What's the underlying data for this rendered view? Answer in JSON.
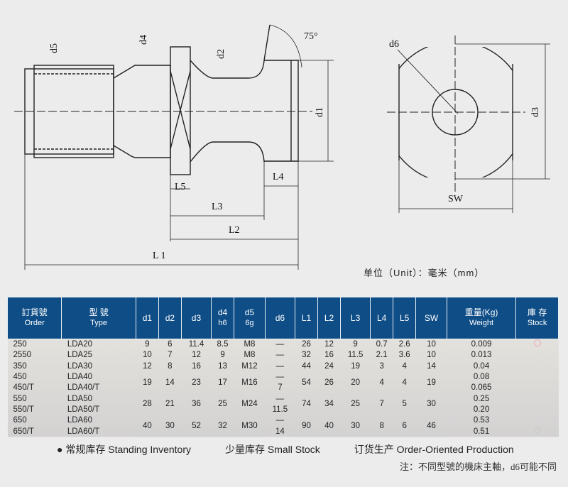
{
  "drawing": {
    "labels": {
      "d5": "d5",
      "d4": "d4",
      "d2": "d2",
      "angle": "75°",
      "d1": "d1",
      "L5": "L5",
      "L4": "L4",
      "L3": "L3",
      "L2": "L2",
      "L1": "L 1",
      "d6": "d6",
      "d3": "d3",
      "SW": "SW"
    },
    "unit": "单位（Unit）：毫米（mm）"
  },
  "table": {
    "headers": [
      [
        "訂貨號",
        "Order"
      ],
      [
        "型 號",
        "Type"
      ],
      [
        "d1",
        ""
      ],
      [
        "d2",
        ""
      ],
      [
        "d3",
        ""
      ],
      [
        "d4",
        "h6"
      ],
      [
        "d5",
        "6g"
      ],
      [
        "d6",
        ""
      ],
      [
        "L1",
        ""
      ],
      [
        "L2",
        ""
      ],
      [
        "L3",
        ""
      ],
      [
        "L4",
        ""
      ],
      [
        "L5",
        ""
      ],
      [
        "SW",
        ""
      ],
      [
        "重量(Kg)",
        "Weight"
      ],
      [
        "庫 存",
        "Stock"
      ]
    ],
    "rows": [
      {
        "order": "250",
        "type": "LDA20",
        "d1": "9",
        "d2": "6",
        "d3": "11.4",
        "d4": "8.5",
        "d5": "M8",
        "d6": "—",
        "L1": "26",
        "L2": "12",
        "L3": "9",
        "L4": "0.7",
        "L5": "2.6",
        "SW": "10",
        "weight": "0.009"
      },
      {
        "order": "2550",
        "type": "LDA25",
        "d1": "10",
        "d2": "7",
        "d3": "12",
        "d4": "9",
        "d5": "M8",
        "d6": "—",
        "L1": "32",
        "L2": "16",
        "L3": "11.5",
        "L4": "2.1",
        "L5": "3.6",
        "SW": "10",
        "weight": "0.013"
      },
      {
        "order": "350",
        "type": "LDA30",
        "d1": "12",
        "d2": "8",
        "d3": "16",
        "d4": "13",
        "d5": "M12",
        "d6": "—",
        "L1": "44",
        "L2": "24",
        "L3": "19",
        "L4": "3",
        "L5": "4",
        "SW": "14",
        "weight": "0.04"
      }
    ],
    "groups": [
      {
        "orders": [
          "450",
          "450/T"
        ],
        "types": [
          "LDA40",
          "LDA40/T"
        ],
        "d1": "19",
        "d2": "14",
        "d3": "23",
        "d4": "17",
        "d5": "M16",
        "d6": [
          "—",
          "7"
        ],
        "L1": "54",
        "L2": "26",
        "L3": "20",
        "L4": "4",
        "L5": "4",
        "SW": "19",
        "weights": [
          "0.08",
          "0.065"
        ]
      },
      {
        "orders": [
          "550",
          "550/T"
        ],
        "types": [
          "LDA50",
          "LDA50/T"
        ],
        "d1": "28",
        "d2": "21",
        "d3": "36",
        "d4": "25",
        "d5": "M24",
        "d6": [
          "—",
          "11.5"
        ],
        "L1": "74",
        "L2": "34",
        "L3": "25",
        "L4": "7",
        "L5": "5",
        "SW": "30",
        "weights": [
          "0.25",
          "0.20"
        ]
      },
      {
        "orders": [
          "650",
          "650/T"
        ],
        "types": [
          "LDA60",
          "LDA60/T"
        ],
        "d1": "40",
        "d2": "30",
        "d3": "52",
        "d4": "32",
        "d5": "M30",
        "d6": [
          "—",
          "14"
        ],
        "L1": "90",
        "L2": "40",
        "L3": "30",
        "L4": "8",
        "L5": "6",
        "SW": "46",
        "weights": [
          "0.53",
          "0.51"
        ]
      }
    ]
  },
  "legend": [
    "● 常规库存 Standing Inventory",
    "少量库存 Small Stock",
    "订货生产 Order-Oriented Production"
  ],
  "note": "注：不同型號的機床主軸，d6可能不同"
}
